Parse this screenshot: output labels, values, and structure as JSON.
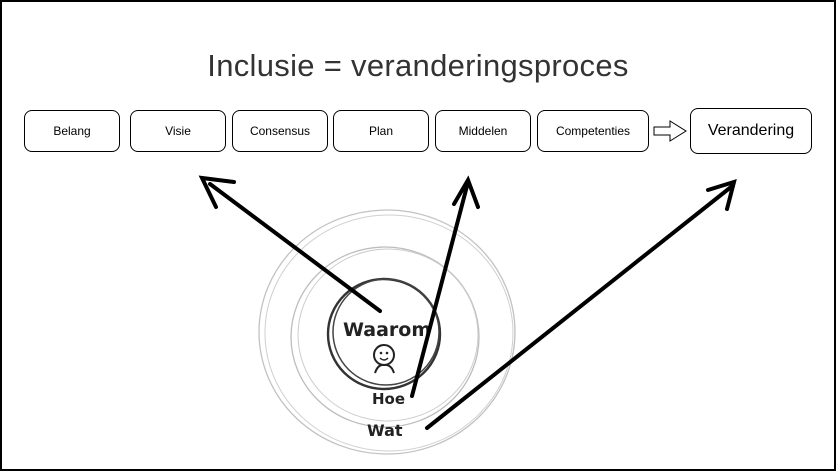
{
  "title": "Inclusie = veranderingsproces",
  "steps": [
    {
      "label": "Belang"
    },
    {
      "label": "Visie"
    },
    {
      "label": "Consensus"
    },
    {
      "label": "Plan"
    },
    {
      "label": "Middelen"
    },
    {
      "label": "Competenties"
    },
    {
      "label": "Verandering"
    }
  ],
  "circle_labels": {
    "inner": "Waarom",
    "middle": "Hoe",
    "outer": "Wat"
  },
  "colors": {
    "border": "#000000",
    "title": "#333333",
    "sketch": "#b8b8b8",
    "arrow": "#000000"
  },
  "icons": [
    "hollow-right-arrow",
    "smiley-face"
  ]
}
